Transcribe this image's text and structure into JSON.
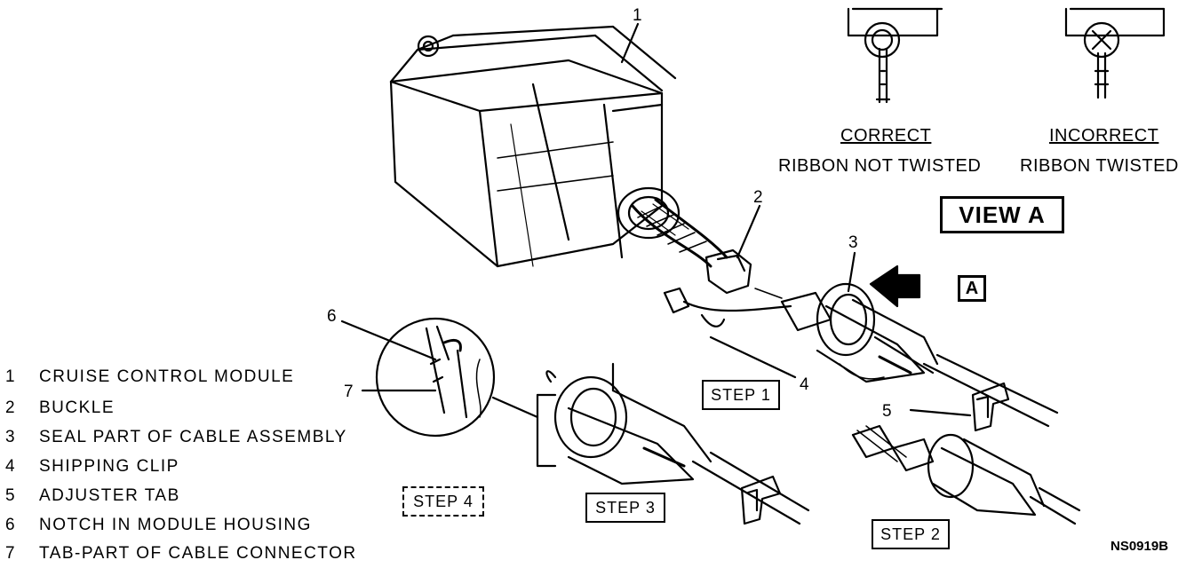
{
  "callouts": {
    "c1": "1",
    "c2": "2",
    "c3": "3",
    "c4": "4",
    "c5": "5",
    "c6": "6",
    "c7": "7"
  },
  "legend": [
    {
      "num": "1",
      "text": "CRUISE CONTROL MODULE"
    },
    {
      "num": "2",
      "text": "BUCKLE"
    },
    {
      "num": "3",
      "text": "SEAL PART OF CABLE ASSEMBLY"
    },
    {
      "num": "4",
      "text": "SHIPPING CLIP"
    },
    {
      "num": "5",
      "text": "ADJUSTER TAB"
    },
    {
      "num": "6",
      "text": "NOTCH IN MODULE HOUSING"
    },
    {
      "num": "7",
      "text": "TAB-PART OF CABLE CONNECTOR"
    }
  ],
  "view_a": {
    "correct_title": "CORRECT",
    "correct_sub": "RIBBON NOT TWISTED",
    "incorrect_title": "INCORRECT",
    "incorrect_sub": "RIBBON TWISTED",
    "label": "VIEW A"
  },
  "view_marker": "A",
  "steps": {
    "s1": "STEP 1",
    "s2": "STEP 2",
    "s3": "STEP 3",
    "s4": "STEP 4"
  },
  "figure_code": "NS0919B"
}
